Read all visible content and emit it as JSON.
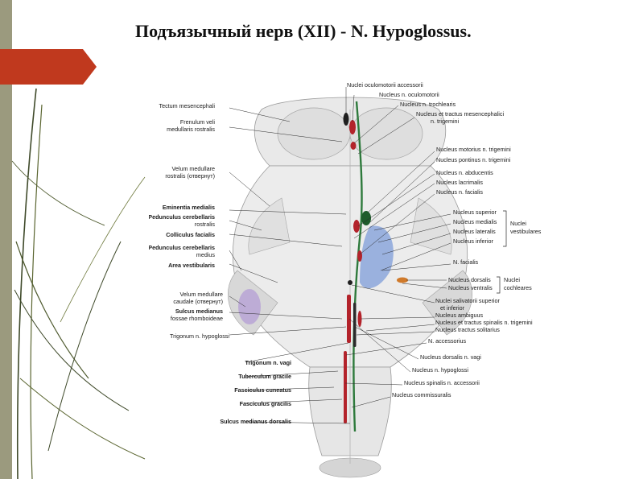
{
  "slide": {
    "title": "Подъязычный нерв (XII) - N. Hypoglossus.",
    "accent_color": "#c0391e",
    "side_bar_color": "#9b9a7e"
  },
  "diagram": {
    "left_labels": [
      "Tectum mesencephali",
      "Frenulum veli",
      "medullaris rostralis",
      "Velum medullare",
      "rostralis (отвернут)",
      "Eminentia medialis",
      "Pedunculus cerebellaris",
      "rostralis",
      "Colliculus facialis",
      "Pedunculus cerebellaris",
      "medius",
      "Area vestibularis",
      "Velum medullare",
      "caudale (отвернут)",
      "Sulcus medianus",
      "fossae rhomboideae",
      "Trigonum n. hypoglossi",
      "Trigonum n. vagi",
      "Tuberculum gracile",
      "Fasciculus cuneatus",
      "Fasciculus gracilis",
      "Sulcus medianus dorsalis"
    ],
    "right_labels": [
      "Nuclei oculomotorii accessorii",
      "Nucleus n. oculomotorii",
      "Nucleus n. trochlearis",
      "Nucleus et tractus mesencephalici",
      "n. trigemini",
      "Nucleus motorius n. trigemini",
      "Nucleus pontinus n. trigemini",
      "Nucleus n. abducentis",
      "Nucleus lacrimalis",
      "Nucleus n. facialis",
      "Nucleus superior",
      "Nucleus medialis",
      "Nucleus lateralis",
      "Nucleus inferior",
      "N. facialis",
      "Nucleus dorsalis",
      "Nucleus ventralis",
      "Nuclei salivatorii superior",
      "et inferior",
      "Nucleus ambiguus",
      "Nucleus et tractus spinalis n. trigemini",
      "Nucleus tractus solitarius",
      "N. accessorius",
      "Nucleus dorsalis n. vagi",
      "Nucleus n. hypoglossi",
      "Nucleus spinalis n. accessorii",
      "Nucleus commissuralis"
    ],
    "group_labels": {
      "vestibular": [
        "Nuclei",
        "vestibulares"
      ],
      "cochlear": [
        "Nuclei",
        "cochleares"
      ]
    }
  }
}
